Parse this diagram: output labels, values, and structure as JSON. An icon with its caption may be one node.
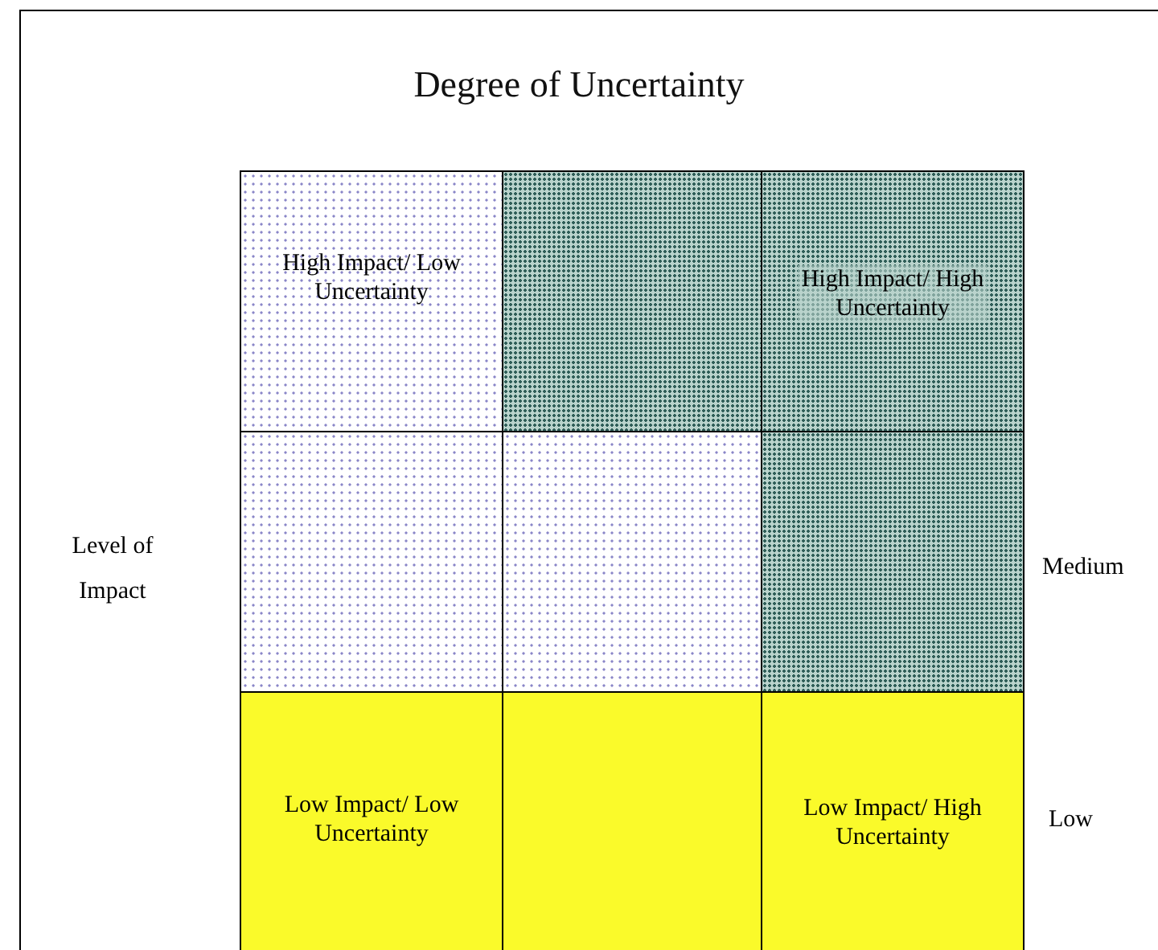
{
  "diagram": {
    "title": "Degree of Uncertainty",
    "nodes": [
      {
        "text": [
          "High Impact/ Low Uncertainty"
        ]
      },
      {
        "text": [],
        "shape": "box"
      },
      {
        "text": [
          "High Impact/ High Uncertainty"
        ]
      },
      {
        "text": [],
        "shape": "box"
      },
      {
        "text": [],
        "shape": "box"
      },
      {
        "text": [],
        "shape": "box"
      },
      {
        "text": [
          "Low Impact/ Low Uncertainty"
        ]
      },
      {
        "text": [],
        "shape": "box"
      },
      {
        "text": [
          "Low Impact/ High Uncertainty"
        ]
      }
    ],
    "labels": [
      "Level of Impact",
      "Medium",
      "Low"
    ]
  }
}
